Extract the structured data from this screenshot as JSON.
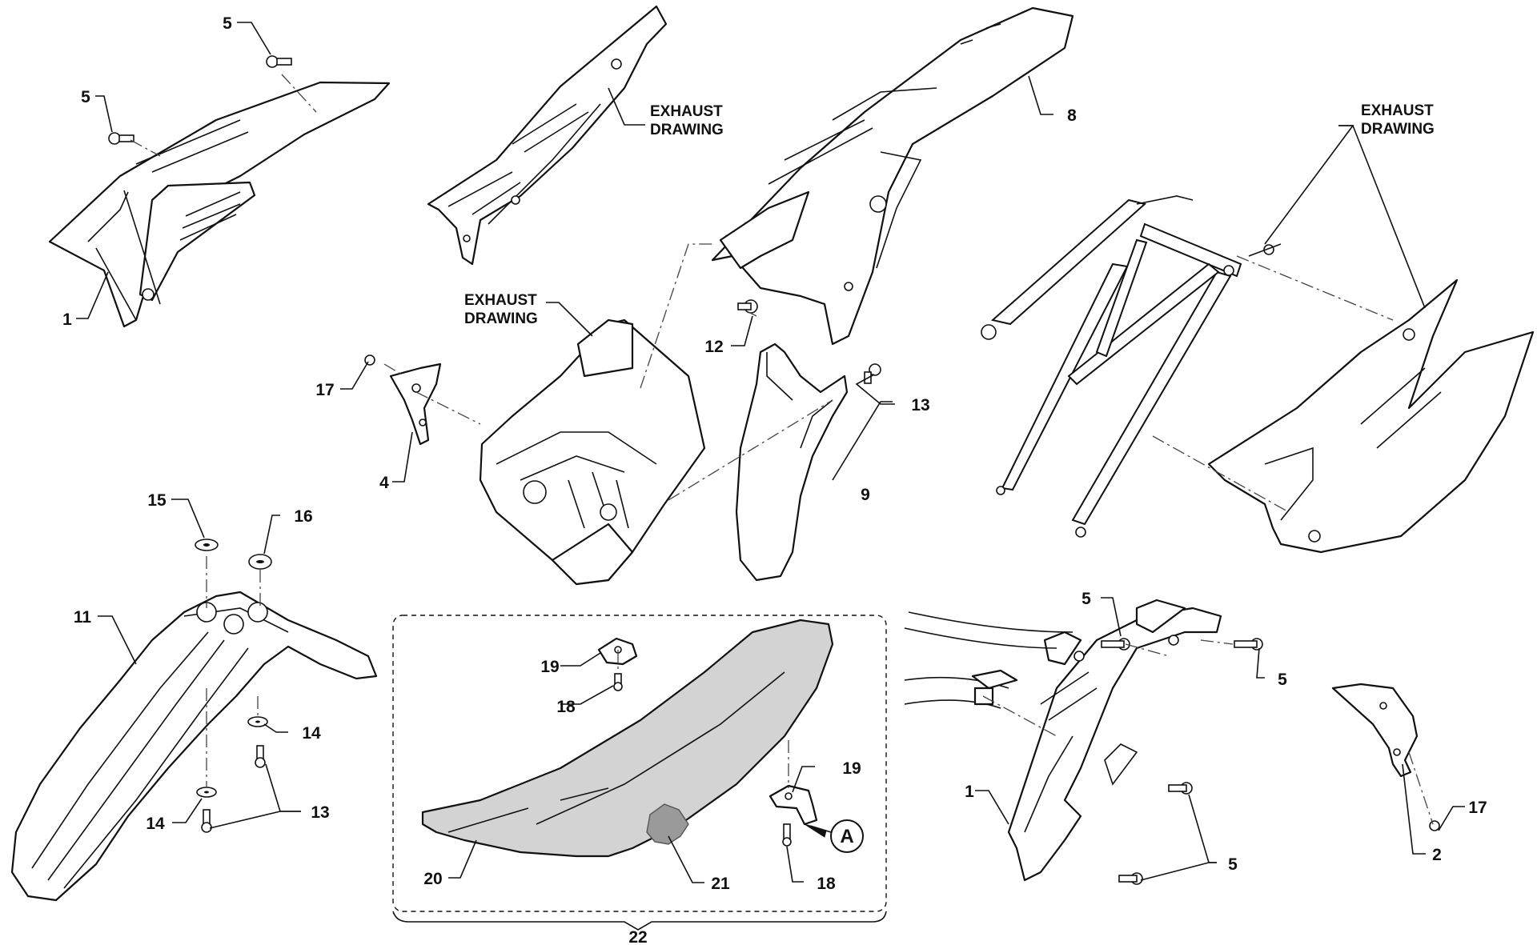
{
  "notes": {
    "exhaust_1": [
      "EXHAUST",
      "DRAWING"
    ],
    "exhaust_2": [
      "EXHAUST",
      "DRAWING"
    ],
    "exhaust_3": [
      "EXHAUST",
      "DRAWING"
    ]
  },
  "callouts": {
    "c1a": "1",
    "c1b": "1",
    "c2": "2",
    "c4": "4",
    "c5a": "5",
    "c5b": "5",
    "c5c": "5",
    "c5d": "5",
    "c5e": "5",
    "c8": "8",
    "c9": "9",
    "c11": "11",
    "c12": "12",
    "c13a": "13",
    "c13b": "13",
    "c14a": "14",
    "c14b": "14",
    "c15": "15",
    "c16": "16",
    "c17a": "17",
    "c17b": "17",
    "c18a": "18",
    "c18b": "18",
    "c19a": "19",
    "c19b": "19",
    "c20": "20",
    "c21": "21",
    "c22": "22"
  },
  "detail_marker": "A"
}
